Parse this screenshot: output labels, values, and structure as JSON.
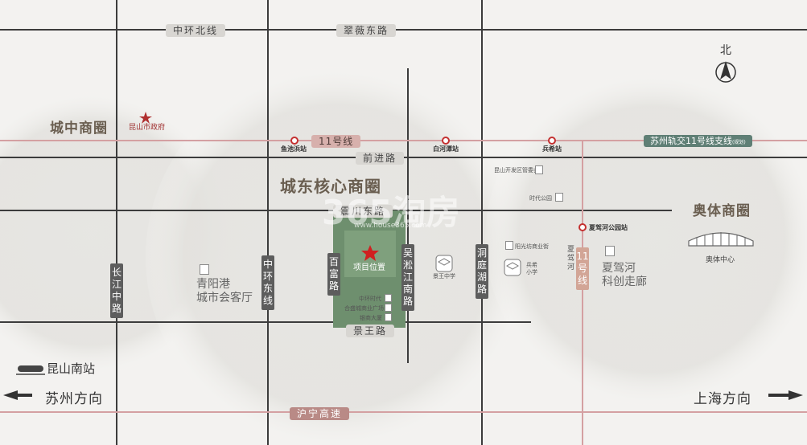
{
  "roads": {
    "zhonghuan_bei": "中环北线",
    "cuiwei_dong": "翠薇东路",
    "qianjin": "前进路",
    "zhenchuan_dong": "震川东路",
    "jingwang": "景王路",
    "huning_gaosu": "沪宁高速",
    "changjiang_zhong": "长江中路",
    "zhonghuan_dong": "中环东线",
    "baifu": "百富路",
    "wusongjiang_nan": "吴淞江南路",
    "dongtinghu": "洞庭湖路"
  },
  "metro": {
    "line11": "11号线",
    "line11_vertical": "11号线",
    "branch_main": "苏州轨交11号线支线",
    "branch_note": "(规划)",
    "stations": {
      "yuchibang": "鱼池浜站",
      "baihetan": "白河潭站",
      "bingxi": "兵希站",
      "xiajiahe_park": "夏驾河公园站"
    }
  },
  "zones": {
    "chengzhong": "城中商圈",
    "chengdong": "城东核心商圈",
    "aoti": "奥体商圈"
  },
  "pois": {
    "gov": "昆山市政府",
    "project": "项目位置",
    "qingyanggang_1": "青阳港",
    "qingyanggang_2": "城市会客厅",
    "kunshan_dev": "昆山开发区管委会",
    "times_park": "时代公园",
    "yangguang": "阳光坊商业街",
    "xiajia_river_label_1": "夏",
    "xiajia_river_label_2": "驾",
    "xiajia_river_label_3": "河",
    "kechuang_1": "夏驾河",
    "kechuang_2": "科创走廊",
    "aoti_center": "奥体中心",
    "zhonghuan_shidai": "中环时代",
    "heshengjie": "合盛城商业广场",
    "yinshang": "银商大厦",
    "jingwang_school": "景王中学",
    "bingxi_school_1": "兵希",
    "bingxi_school_2": "小学",
    "kunshan_south": "昆山南站"
  },
  "directions": {
    "north": "北",
    "suzhou": "苏州方向",
    "shanghai": "上海方向"
  },
  "watermark": {
    "brand": "365淘房",
    "url": "www.house365.com"
  },
  "colors": {
    "background": "#f3f2f0",
    "road": "#3c3c3c",
    "metro": "#d4a0a2",
    "metro_branch": "#6a8f86",
    "project": "#6e8f6e",
    "star": "#d02020",
    "zone_circle": "#e2e0dc"
  }
}
